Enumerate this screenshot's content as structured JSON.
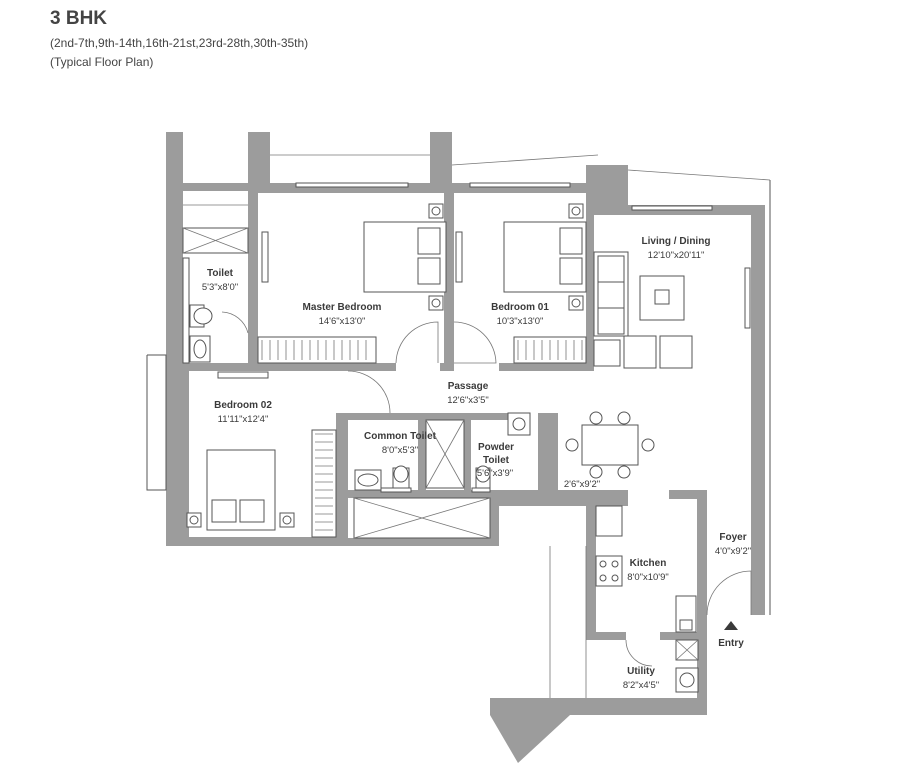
{
  "header": {
    "title": "3 BHK",
    "floors": "(2nd-7th,9th-14th,16th-21st,23rd-28th,30th-35th)",
    "plan_type": "(Typical Floor Plan)"
  },
  "rooms": {
    "toilet": {
      "name": "Toilet",
      "dim": "5'3\"x8'0\""
    },
    "master_bedroom": {
      "name": "Master Bedroom",
      "dim": "14'6\"x13'0\""
    },
    "bedroom_01": {
      "name": "Bedroom 01",
      "dim": "10'3\"x13'0\""
    },
    "living_dining": {
      "name": "Living / Dining",
      "dim": "12'10\"x20'11\""
    },
    "passage": {
      "name": "Passage",
      "dim": "12'6\"x3'5\""
    },
    "bedroom_02": {
      "name": "Bedroom 02",
      "dim": "11'11\"x12'4\""
    },
    "common_toilet": {
      "name": "Common Toilet",
      "dim": "8'0\"x5'3\""
    },
    "powder_toilet": {
      "name": "Powder",
      "name2": "Toilet",
      "dim": "5'6\"x3'9\""
    },
    "dining_alcove": {
      "dim": "2'6\"x9'2\""
    },
    "foyer": {
      "name": "Foyer",
      "dim": "4'0\"x9'2\""
    },
    "kitchen": {
      "name": "Kitchen",
      "dim": "8'0\"x10'9\""
    },
    "utility": {
      "name": "Utility",
      "dim": "8'2\"x4'5\""
    }
  },
  "entry_label": "Entry",
  "colors": {
    "wall": "#9c9c9c",
    "line": "#555555",
    "text": "#3a3a3a"
  }
}
